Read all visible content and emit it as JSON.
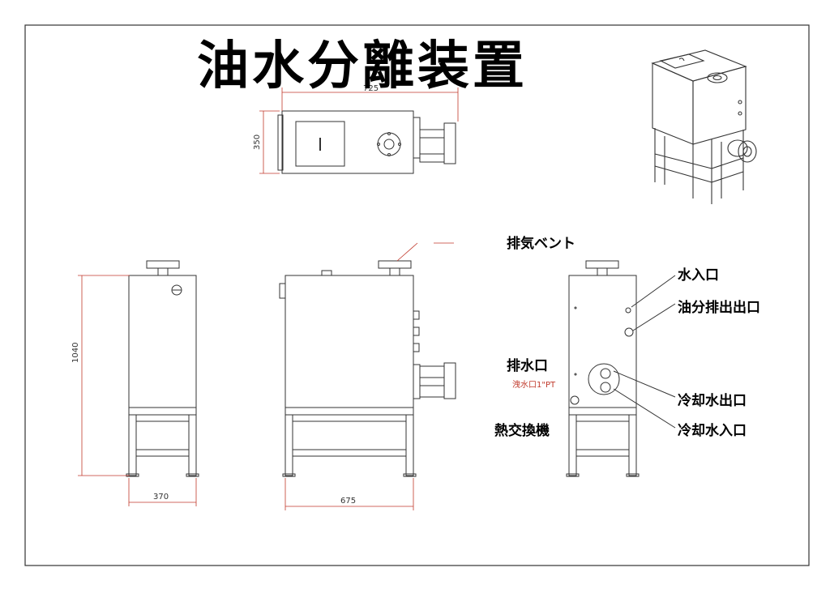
{
  "title": "油水分離装置",
  "dimensions": {
    "top_width": "725",
    "top_depth": "350",
    "height": "1040",
    "front_width": "370",
    "side_width": "675"
  },
  "labels": {
    "vent": "排気ベント",
    "water_inlet": "水入口",
    "oil_outlet": "油分排出出口",
    "drain": "排水口",
    "drain_note": "洩水口1\"PT",
    "cooling_out": "冷却水出口",
    "heat_exchanger": "熱交換機",
    "cooling_in": "冷却水入口"
  },
  "colors": {
    "line": "#333333",
    "dimension_red": "#c0392b"
  }
}
